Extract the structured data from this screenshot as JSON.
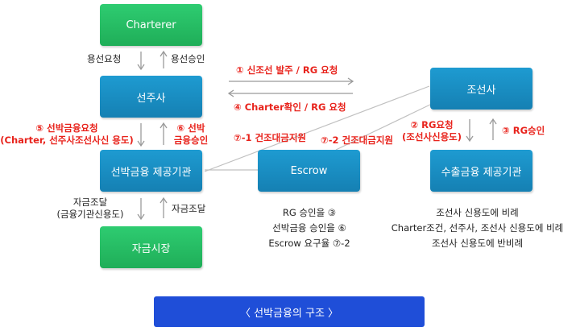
{
  "nodes": {
    "charterer": "Charterer",
    "shipowner": "선주사",
    "ship_finance": "선박금융 제공기관",
    "capital_market": "자금시장",
    "escrow": "Escrow",
    "shipbuilder": "조선사",
    "export_finance": "수출금융 제공기관"
  },
  "labels": {
    "charter_request": "용선요청",
    "charter_approval": "용선승인",
    "step5": "⑤ 선박금융요청",
    "step5_sub": "(Charter, 선주사조선사신 용도)",
    "step6": "⑥ 선박",
    "step6_sub": "금융승인",
    "funding_line1": "자금조달",
    "funding_line2": "(금융기관신용도)",
    "funding_right": "자금조달",
    "step1": "① 신조선 발주 / RG 요청",
    "step4": "④ Charter확인 / RG 요청",
    "step7_1": "⑦-1 건조대금지원",
    "step7_2": "⑦-2 건조대금지원",
    "step2": "② RG요청",
    "step2_sub": "(조선사신용도)",
    "step3": "③ RG승인"
  },
  "notes": {
    "escrow": [
      "RG 승인을 ③",
      "선박금융 승인을 ⑥",
      "Escrow 요구율 ⑦-2"
    ],
    "export": [
      "조선사 신용도에 비례",
      "Charter조건, 선주사, 조선사 신용도에 비례",
      "조선사 신용도에 반비례"
    ]
  },
  "caption": "〈 선박금융의 구조 〉",
  "colors": {
    "green_node": "#2ecc71",
    "blue_node": "#1e9bd1",
    "red_text": "#e8231c",
    "caption_bg": "#1f4ed8"
  }
}
